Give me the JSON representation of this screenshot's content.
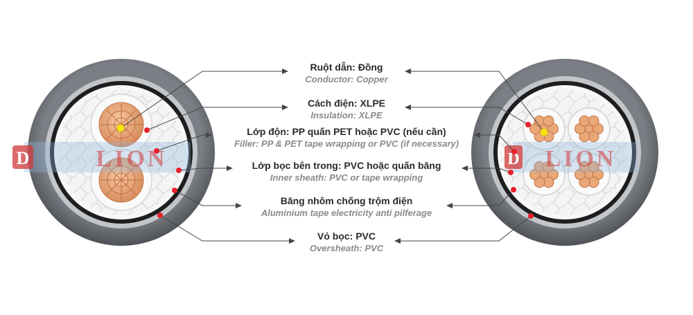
{
  "brand": {
    "watermark": "LION",
    "logo_letter": "D"
  },
  "colors": {
    "callout_dot": "#e8202a",
    "center_dot": "#f5e50a",
    "copper": "#e9a877",
    "copper_dark": "#c7784c",
    "insulation": "#f1f1f1",
    "sheath": "#5b5e63",
    "armour": "#c0c3c7",
    "inner_black": "#1e1e1e",
    "watermark": "#d23a3a",
    "band": "#8fb6dc"
  },
  "labels": [
    {
      "vn": "Ruột dẫn: Đồng",
      "en": "Conductor: Copper"
    },
    {
      "vn": "Cách điện: XLPE",
      "en": "Insulation: XLPE"
    },
    {
      "vn": "Lớp độn: PP quấn PET hoặc PVC (nếu cần)",
      "en": "Filler: PP & PET tape wrapping or PVC (if necessary)"
    },
    {
      "vn": "Lớp bọc bên trong: PVC hoặc quấn băng",
      "en": "Inner sheath: PVC or tape wrapping"
    },
    {
      "vn": "Băng nhôm chống trộm điện",
      "en": "Aluminium tape electricity anti pilferage"
    },
    {
      "vn": "Vỏ bọc: PVC",
      "en": "Oversheath: PVC"
    }
  ]
}
